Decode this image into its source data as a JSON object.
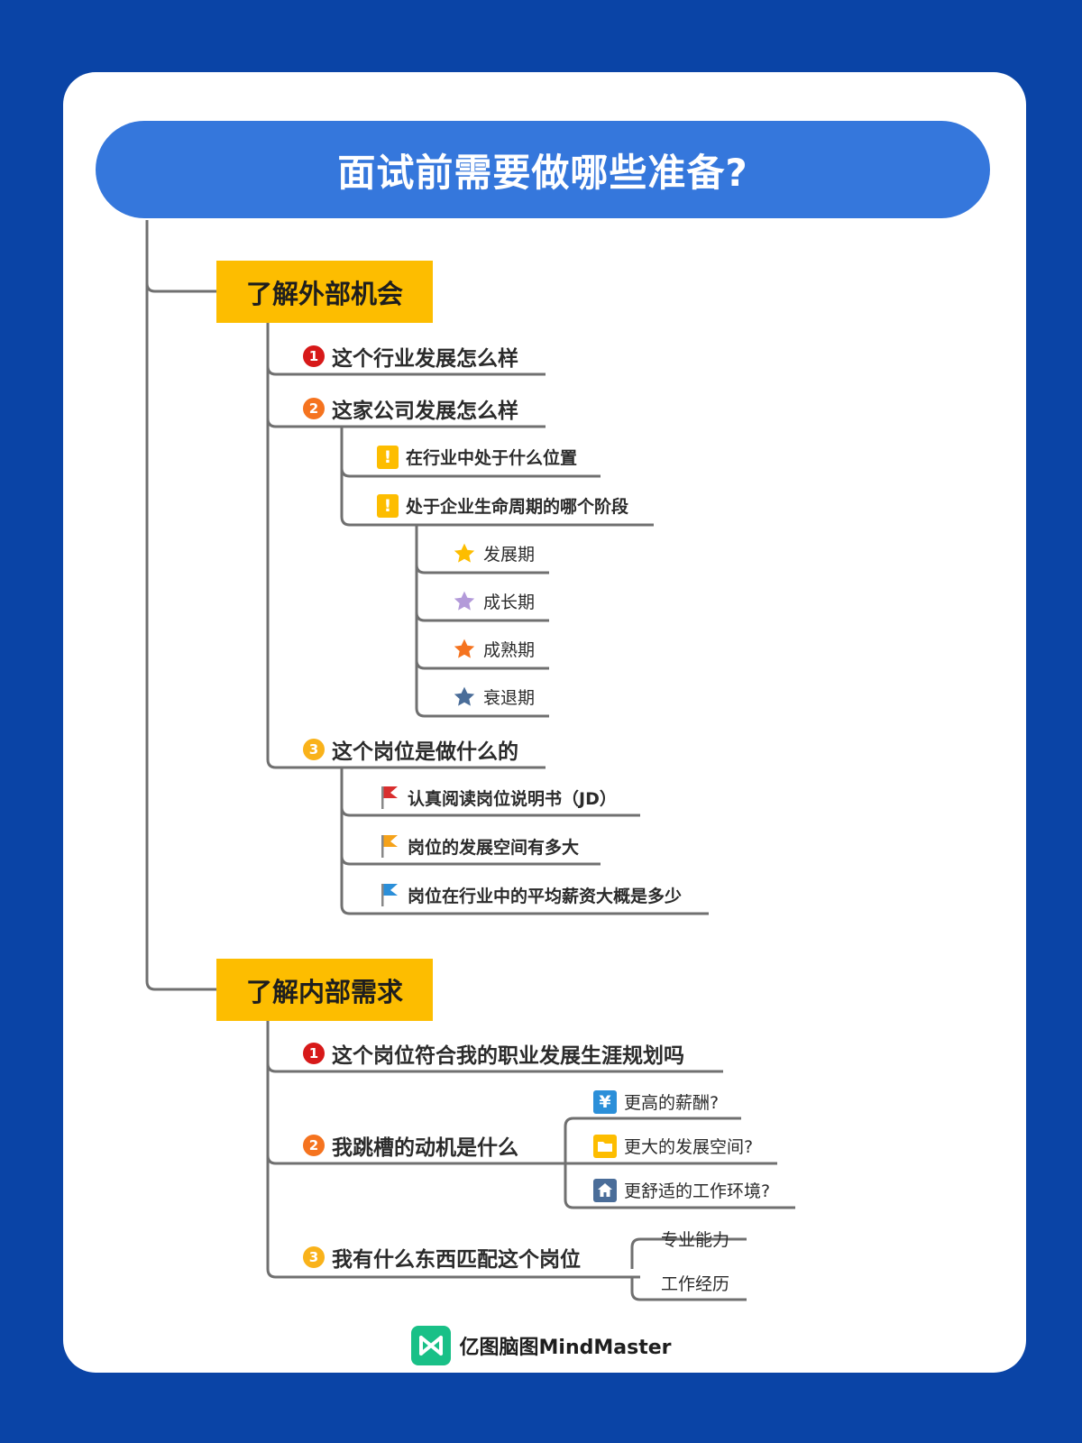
{
  "title": "面试前需要做哪些准备?",
  "branches": [
    {
      "label": "了解外部机会",
      "items": [
        {
          "num": "1",
          "label": "这个行业发展怎么样"
        },
        {
          "num": "2",
          "label": "这家公司发展怎么样",
          "children": [
            {
              "icon": "exclamation-icon",
              "label": "在行业中处于什么位置"
            },
            {
              "icon": "exclamation-icon",
              "label": "处于企业生命周期的哪个阶段",
              "children": [
                {
                  "icon": "star-icon",
                  "color": "#fdbd00",
                  "label": "发展期"
                },
                {
                  "icon": "star-icon",
                  "color": "#b39ad9",
                  "label": "成长期"
                },
                {
                  "icon": "star-icon",
                  "color": "#f5731f",
                  "label": "成熟期"
                },
                {
                  "icon": "star-icon",
                  "color": "#4a6d99",
                  "label": "衰退期"
                }
              ]
            }
          ]
        },
        {
          "num": "3",
          "label": "这个岗位是做什么的",
          "children": [
            {
              "icon": "flag-icon",
              "color": "#d92e2e",
              "label": "认真阅读岗位说明书（JD）"
            },
            {
              "icon": "flag-icon",
              "color": "#f5a21a",
              "label": "岗位的发展空间有多大"
            },
            {
              "icon": "flag-icon",
              "color": "#2b8fd9",
              "label": "岗位在行业中的平均薪资大概是多少"
            }
          ]
        }
      ]
    },
    {
      "label": "了解内部需求",
      "items": [
        {
          "num": "1",
          "label": "这个岗位符合我的职业发展生涯规划吗"
        },
        {
          "num": "2",
          "label": "我跳槽的动机是什么",
          "children": [
            {
              "icon": "yen-icon",
              "label": "更高的薪酬?"
            },
            {
              "icon": "folder-icon",
              "label": "更大的发展空间?"
            },
            {
              "icon": "home-icon",
              "label": "更舒适的工作环境?"
            }
          ]
        },
        {
          "num": "3",
          "label": "我有什么东西匹配这个岗位",
          "children": [
            {
              "label": "专业能力"
            },
            {
              "label": "工作经历"
            }
          ]
        }
      ]
    }
  ],
  "footer": {
    "brand": "亿图脑图MindMaster"
  },
  "colors": {
    "background": "#0a44a6",
    "title_bar": "#3577dc",
    "branch_box": "#fdbd00",
    "line": "#707070"
  }
}
